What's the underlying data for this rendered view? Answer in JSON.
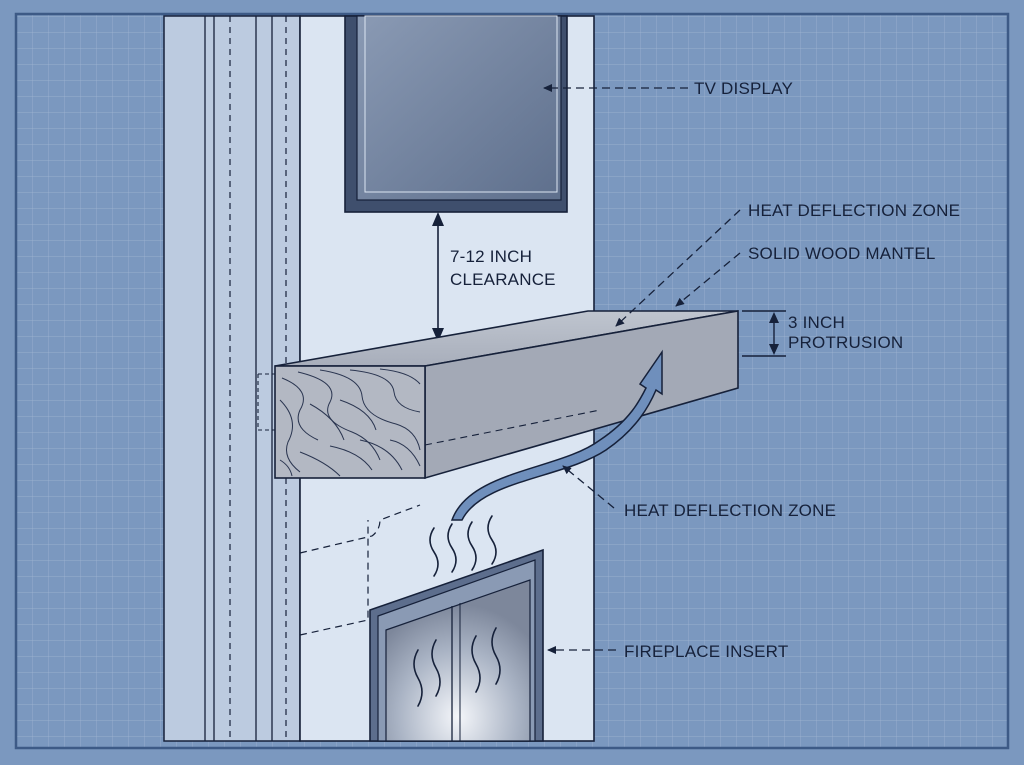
{
  "labels": {
    "tv_display": "TV DISPLAY",
    "heat_zone_top": "HEAT DEFLECTION ZONE",
    "solid_mantel": "SOLID WOOD MANTEL",
    "clearance_line1": "7-12 INCH",
    "clearance_line2": "CLEARANCE",
    "protrusion_line1": "3 INCH",
    "protrusion_line2": "PROTRUSION",
    "heat_zone_bottom": "HEAT DEFLECTION ZONE",
    "fireplace_insert": "FIREPLACE INSERT"
  },
  "colors": {
    "background": "#7b98bf",
    "grid_line": "#a9bdd8",
    "wall_face": "#dbe5f2",
    "wood": "#a8aebb",
    "ink": "#16213a",
    "tv_screen": "#6f819e",
    "arrow": "#6f8fbc"
  }
}
